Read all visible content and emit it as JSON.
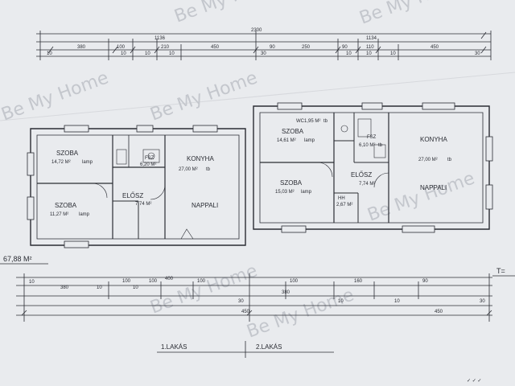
{
  "watermark": "Be My Home",
  "plan_total_area": "67,88 M²",
  "units": [
    "1.LAKÁS",
    "2.LAKÁS"
  ],
  "t_marker": "T=",
  "top_dims": {
    "overall": "2300",
    "upper": [
      "1136",
      "1134"
    ],
    "row_a": [
      "380",
      "100",
      "210",
      "450",
      "90",
      "250",
      "90",
      "110",
      "450"
    ],
    "row_b": [
      "10",
      "10",
      "10",
      "10",
      "30",
      "10",
      "10",
      "10",
      "30"
    ]
  },
  "bottom_dims": {
    "row_a": [
      "380",
      "100",
      "100",
      "400",
      "100",
      "380",
      "100",
      "160",
      "90"
    ],
    "row_b": [
      "10",
      "10",
      "10",
      "30",
      "10",
      "10",
      "30"
    ],
    "overall": [
      "450",
      "450"
    ]
  },
  "apartment1": {
    "rooms": [
      {
        "name": "SZOBA",
        "area": "14,72 M²",
        "floor": "lamp"
      },
      {
        "name": "SZOBA",
        "area": "11,27 M²",
        "floor": "lamp"
      },
      {
        "name": "FSZ",
        "area": "6,20 M²"
      },
      {
        "name": "KONYHA",
        "area": "27,00 M²",
        "floor": "tb"
      },
      {
        "name": "ELŐSZ",
        "area": "7,74 M²"
      },
      {
        "name": "NAPPALI",
        "area": ""
      }
    ]
  },
  "apartment2": {
    "rooms": [
      {
        "name": "WC",
        "area": "1,95 M²",
        "floor": "tb"
      },
      {
        "name": "SZOBA",
        "area": "14,61 M²",
        "floor": "lamp"
      },
      {
        "name": "SZOBA",
        "area": "15,03 M²",
        "floor": "lamp"
      },
      {
        "name": "FSZ",
        "area": "6,10 M²",
        "floor": "tb"
      },
      {
        "name": "ELŐSZ",
        "area": "7,74 M²"
      },
      {
        "name": "HH",
        "area": "2,67 M²"
      },
      {
        "name": "KONYHA",
        "area": "27,00 M²",
        "floor": "tb"
      },
      {
        "name": "NAPPALI",
        "area": ""
      }
    ]
  },
  "colors": {
    "paper": "#e9ebee",
    "ink": "#2a2c33",
    "watermark": "#c4c7cd"
  }
}
